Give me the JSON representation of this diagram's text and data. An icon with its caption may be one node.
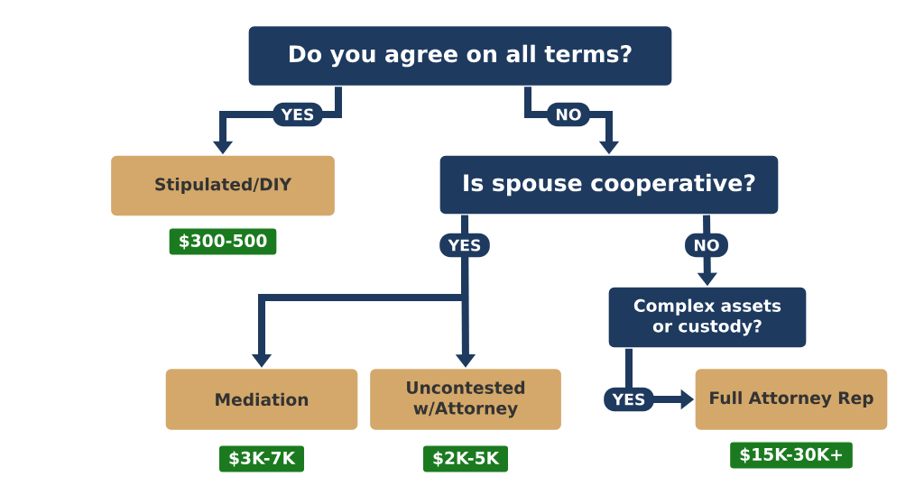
{
  "diagram": {
    "nodes": [
      {
        "text": [
          "Do you agree on all terms?"
        ]
      },
      {
        "text": [
          "Stipulated/DIY"
        ],
        "beside": [
          "$300-500"
        ]
      },
      {
        "text": [
          "Is spouse cooperative?"
        ]
      },
      {
        "text": [
          "Complex assets or custody?"
        ]
      },
      {
        "text": [
          "Mediation"
        ],
        "beside": [
          "$3K-7K"
        ]
      },
      {
        "text": [
          "Uncontested w/Attorney"
        ],
        "beside": [
          "$2K-5K"
        ]
      },
      {
        "text": [
          "Full Attorney Rep"
        ],
        "beside": [
          "$15K-30K+"
        ]
      }
    ],
    "edges": [
      {
        "from": 0,
        "to": 1,
        "arrow": "to",
        "label": "YES"
      },
      {
        "from": 0,
        "to": 2,
        "arrow": "to",
        "label": "NO"
      },
      {
        "from": 2,
        "to": 4,
        "arrow": "to"
      },
      {
        "from": 2,
        "to": 5,
        "arrow": "to",
        "label": "YES"
      },
      {
        "from": 2,
        "to": 3,
        "arrow": "to",
        "label": "NO"
      },
      {
        "from": 3,
        "to": 6,
        "arrow": "to",
        "label": "YES"
      }
    ]
  }
}
